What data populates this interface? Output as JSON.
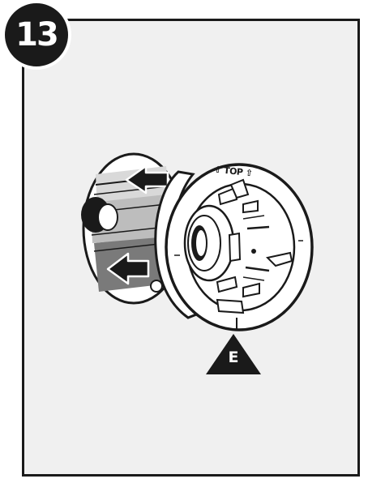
{
  "step": {
    "number": "13"
  },
  "labels": {
    "top_marker": "⇧ TOP ⇧",
    "callout": "E"
  },
  "colors": {
    "ink": "#1a1a1a",
    "panel_bg": "#f0f0f0",
    "shade": "#7a7a7a",
    "light_shade": "#d9d9d9"
  }
}
